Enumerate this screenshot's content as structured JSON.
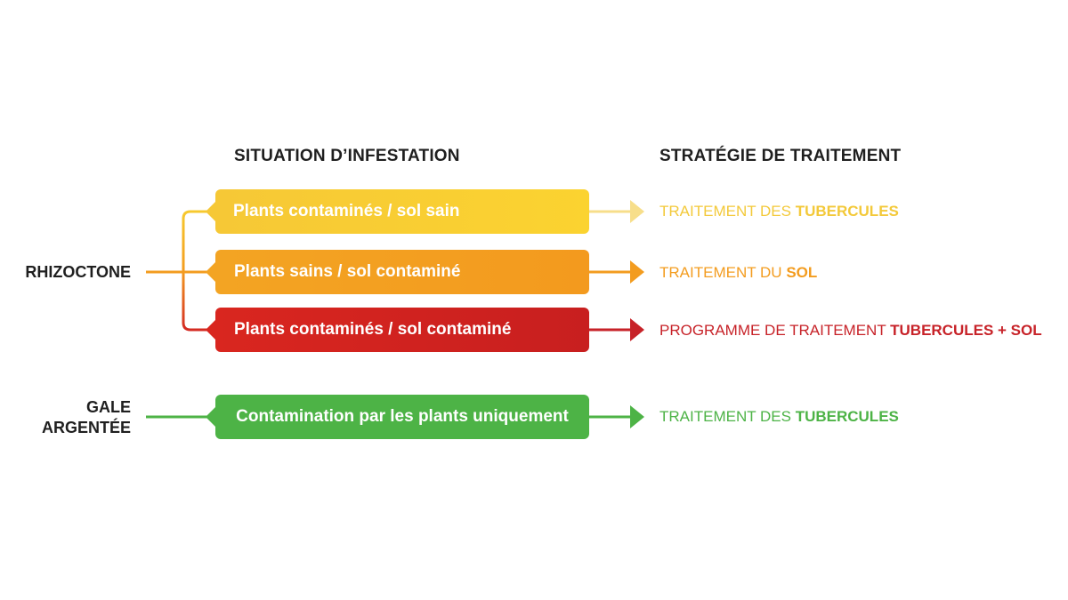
{
  "headers": {
    "situation": "SITUATION D’INFESTATION",
    "strategy": "STRATÉGIE DE TRAITEMENT"
  },
  "groups": [
    {
      "label": "RHIZOCTONE"
    },
    {
      "label_line1": "GALE",
      "label_line2": "ARGENTÉE"
    }
  ],
  "rows": [
    {
      "situation": "Plants contaminés / sol sain",
      "strategy_prefix": "TRAITEMENT DES ",
      "strategy_bold": "TUBERCULES",
      "color": "#f7c92e"
    },
    {
      "situation": "Plants sains / sol contaminé",
      "strategy_prefix": "TRAITEMENT DU ",
      "strategy_bold": "SOL",
      "color": "#f39c1f"
    },
    {
      "situation": "Plants contaminés / sol contaminé",
      "strategy_prefix": "PROGRAMME DE TRAITEMENT ",
      "strategy_bold": "TUBERCULES + SOL",
      "color": "#c72228"
    },
    {
      "situation": "Contamination par les plants uniquement",
      "strategy_prefix": "TRAITEMENT DES ",
      "strategy_bold": "TUBERCULES",
      "color": "#4db346"
    }
  ]
}
